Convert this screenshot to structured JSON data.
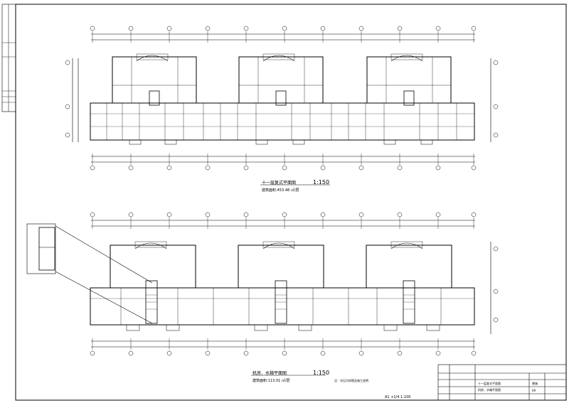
{
  "drawing": {
    "plan_top": {
      "title": "十一层复式平面图",
      "scale": "1:150",
      "area": "建筑面积:453.48 ㎡/层"
    },
    "plan_bottom": {
      "title": "机房、水箱平面图",
      "scale": "1:150",
      "area": "建筑面积:113.01 ㎡/层"
    },
    "note": "注：详见大样图及施工说明",
    "sheet_footer": "A1 +1/4    1:100",
    "title_block": {
      "drawing_name_1": "十一层复式平面图",
      "drawing_name_2": "机房、水箱平面图",
      "drawing_no_label": "建施",
      "drawing_no": "09"
    }
  }
}
